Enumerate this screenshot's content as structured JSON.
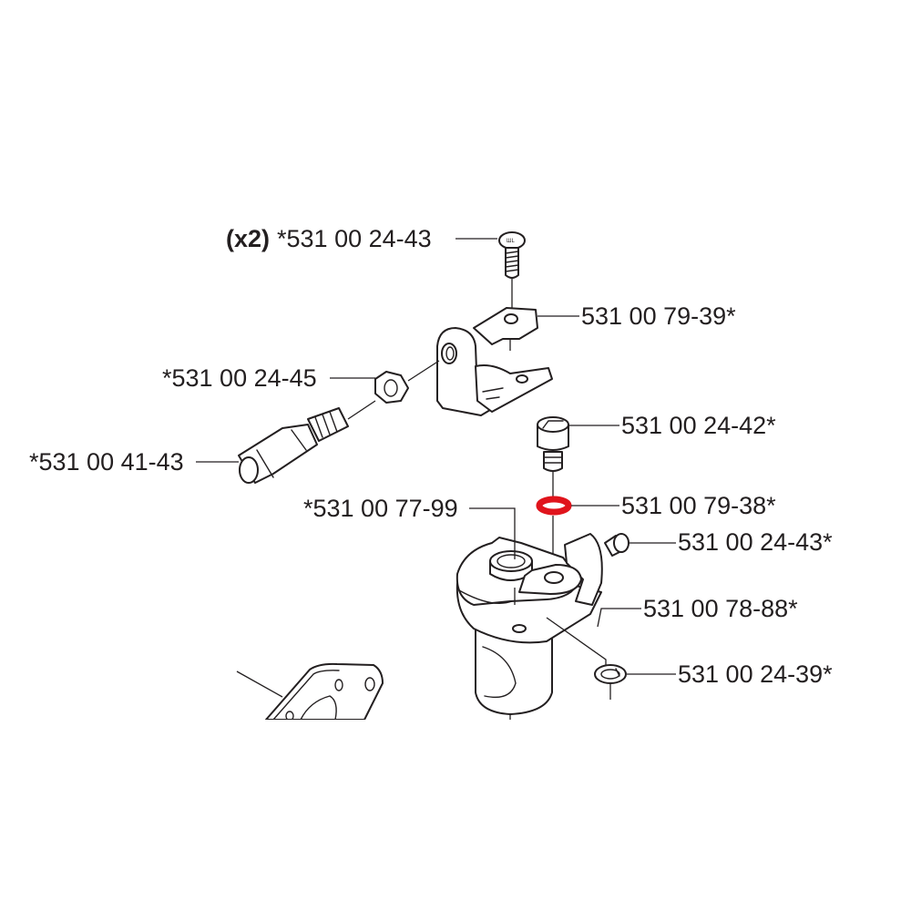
{
  "diagram": {
    "title": "",
    "highlight_color": "#e0141c",
    "line_color": "#231f20",
    "background": "#ffffff",
    "callouts": [
      {
        "id": "c1",
        "qty": "(x2)",
        "part_number": "*531 00 24-43",
        "part": "screw-top",
        "highlighted": false
      },
      {
        "id": "c2",
        "qty": "",
        "part_number": "531 00 79-39*",
        "part": "bracket-plate",
        "highlighted": false
      },
      {
        "id": "c3",
        "qty": "",
        "part_number": "*531 00 24-45",
        "part": "hex-nut",
        "highlighted": false
      },
      {
        "id": "c4",
        "qty": "",
        "part_number": "*531 00 41-43",
        "part": "adjuster-bolt",
        "highlighted": false
      },
      {
        "id": "c5",
        "qty": "",
        "part_number": "531 00 24-42*",
        "part": "slotted-screw",
        "highlighted": false
      },
      {
        "id": "c6",
        "qty": "",
        "part_number": "531 00 79-38*",
        "part": "washer",
        "highlighted": true
      },
      {
        "id": "c7",
        "qty": "",
        "part_number": "*531 00 77-99",
        "part": "bushing",
        "highlighted": false
      },
      {
        "id": "c8",
        "qty": "",
        "part_number": "531 00 24-43*",
        "part": "screw-side",
        "highlighted": false
      },
      {
        "id": "c9",
        "qty": "",
        "part_number": "531 00 78-88*",
        "part": "throttle-housing",
        "highlighted": false
      },
      {
        "id": "c10",
        "qty": "",
        "part_number": "531 00 24-39*",
        "part": "lock-washer",
        "highlighted": false
      }
    ]
  }
}
